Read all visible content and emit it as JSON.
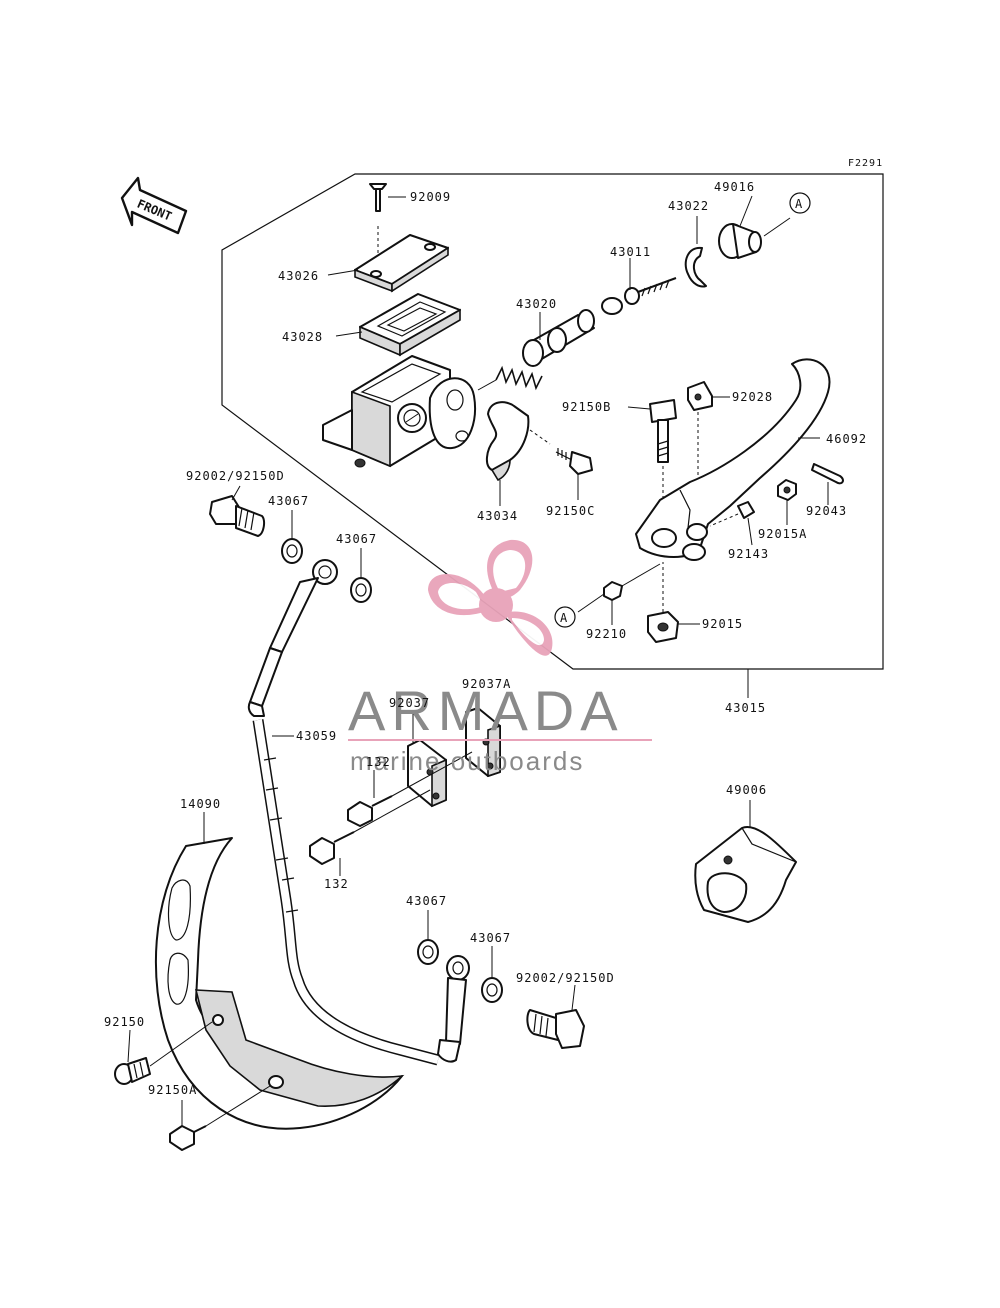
{
  "diagram": {
    "code": "F2291",
    "front_label": "FRONT",
    "watermark": {
      "brand": "ARMADA",
      "tagline": "marine outboards",
      "logo_color": "#e8a3b9",
      "text_color": "#8a8a8a"
    },
    "parts": [
      {
        "id": "p-92009",
        "number": "92009"
      },
      {
        "id": "p-49016",
        "number": "49016"
      },
      {
        "id": "p-43022",
        "number": "43022"
      },
      {
        "id": "p-43026",
        "number": "43026"
      },
      {
        "id": "p-43011",
        "number": "43011"
      },
      {
        "id": "p-43028",
        "number": "43028"
      },
      {
        "id": "p-43020",
        "number": "43020"
      },
      {
        "id": "p-92150b",
        "number": "92150B"
      },
      {
        "id": "p-92028",
        "number": "92028"
      },
      {
        "id": "p-46092",
        "number": "46092"
      },
      {
        "id": "p-92002-top",
        "number": "92002/92150D"
      },
      {
        "id": "p-43067-a",
        "number": "43067"
      },
      {
        "id": "p-43067-b",
        "number": "43067"
      },
      {
        "id": "p-43034",
        "number": "43034"
      },
      {
        "id": "p-92150c",
        "number": "92150C"
      },
      {
        "id": "p-92043",
        "number": "92043"
      },
      {
        "id": "p-92015a",
        "number": "92015A"
      },
      {
        "id": "p-92143",
        "number": "92143"
      },
      {
        "id": "p-92210",
        "number": "92210"
      },
      {
        "id": "p-92015",
        "number": "92015"
      },
      {
        "id": "p-43015",
        "number": "43015"
      },
      {
        "id": "p-92037a",
        "number": "92037A"
      },
      {
        "id": "p-92037",
        "number": "92037"
      },
      {
        "id": "p-43059",
        "number": "43059"
      },
      {
        "id": "p-132-a",
        "number": "132"
      },
      {
        "id": "p-132-b",
        "number": "132"
      },
      {
        "id": "p-14090",
        "number": "14090"
      },
      {
        "id": "p-49006",
        "number": "49006"
      },
      {
        "id": "p-43067-c",
        "number": "43067"
      },
      {
        "id": "p-43067-d",
        "number": "43067"
      },
      {
        "id": "p-92002-bot",
        "number": "92002/92150D"
      },
      {
        "id": "p-92150",
        "number": "92150"
      },
      {
        "id": "p-92150a",
        "number": "92150A"
      }
    ],
    "callouts": [
      "A",
      "A"
    ]
  }
}
